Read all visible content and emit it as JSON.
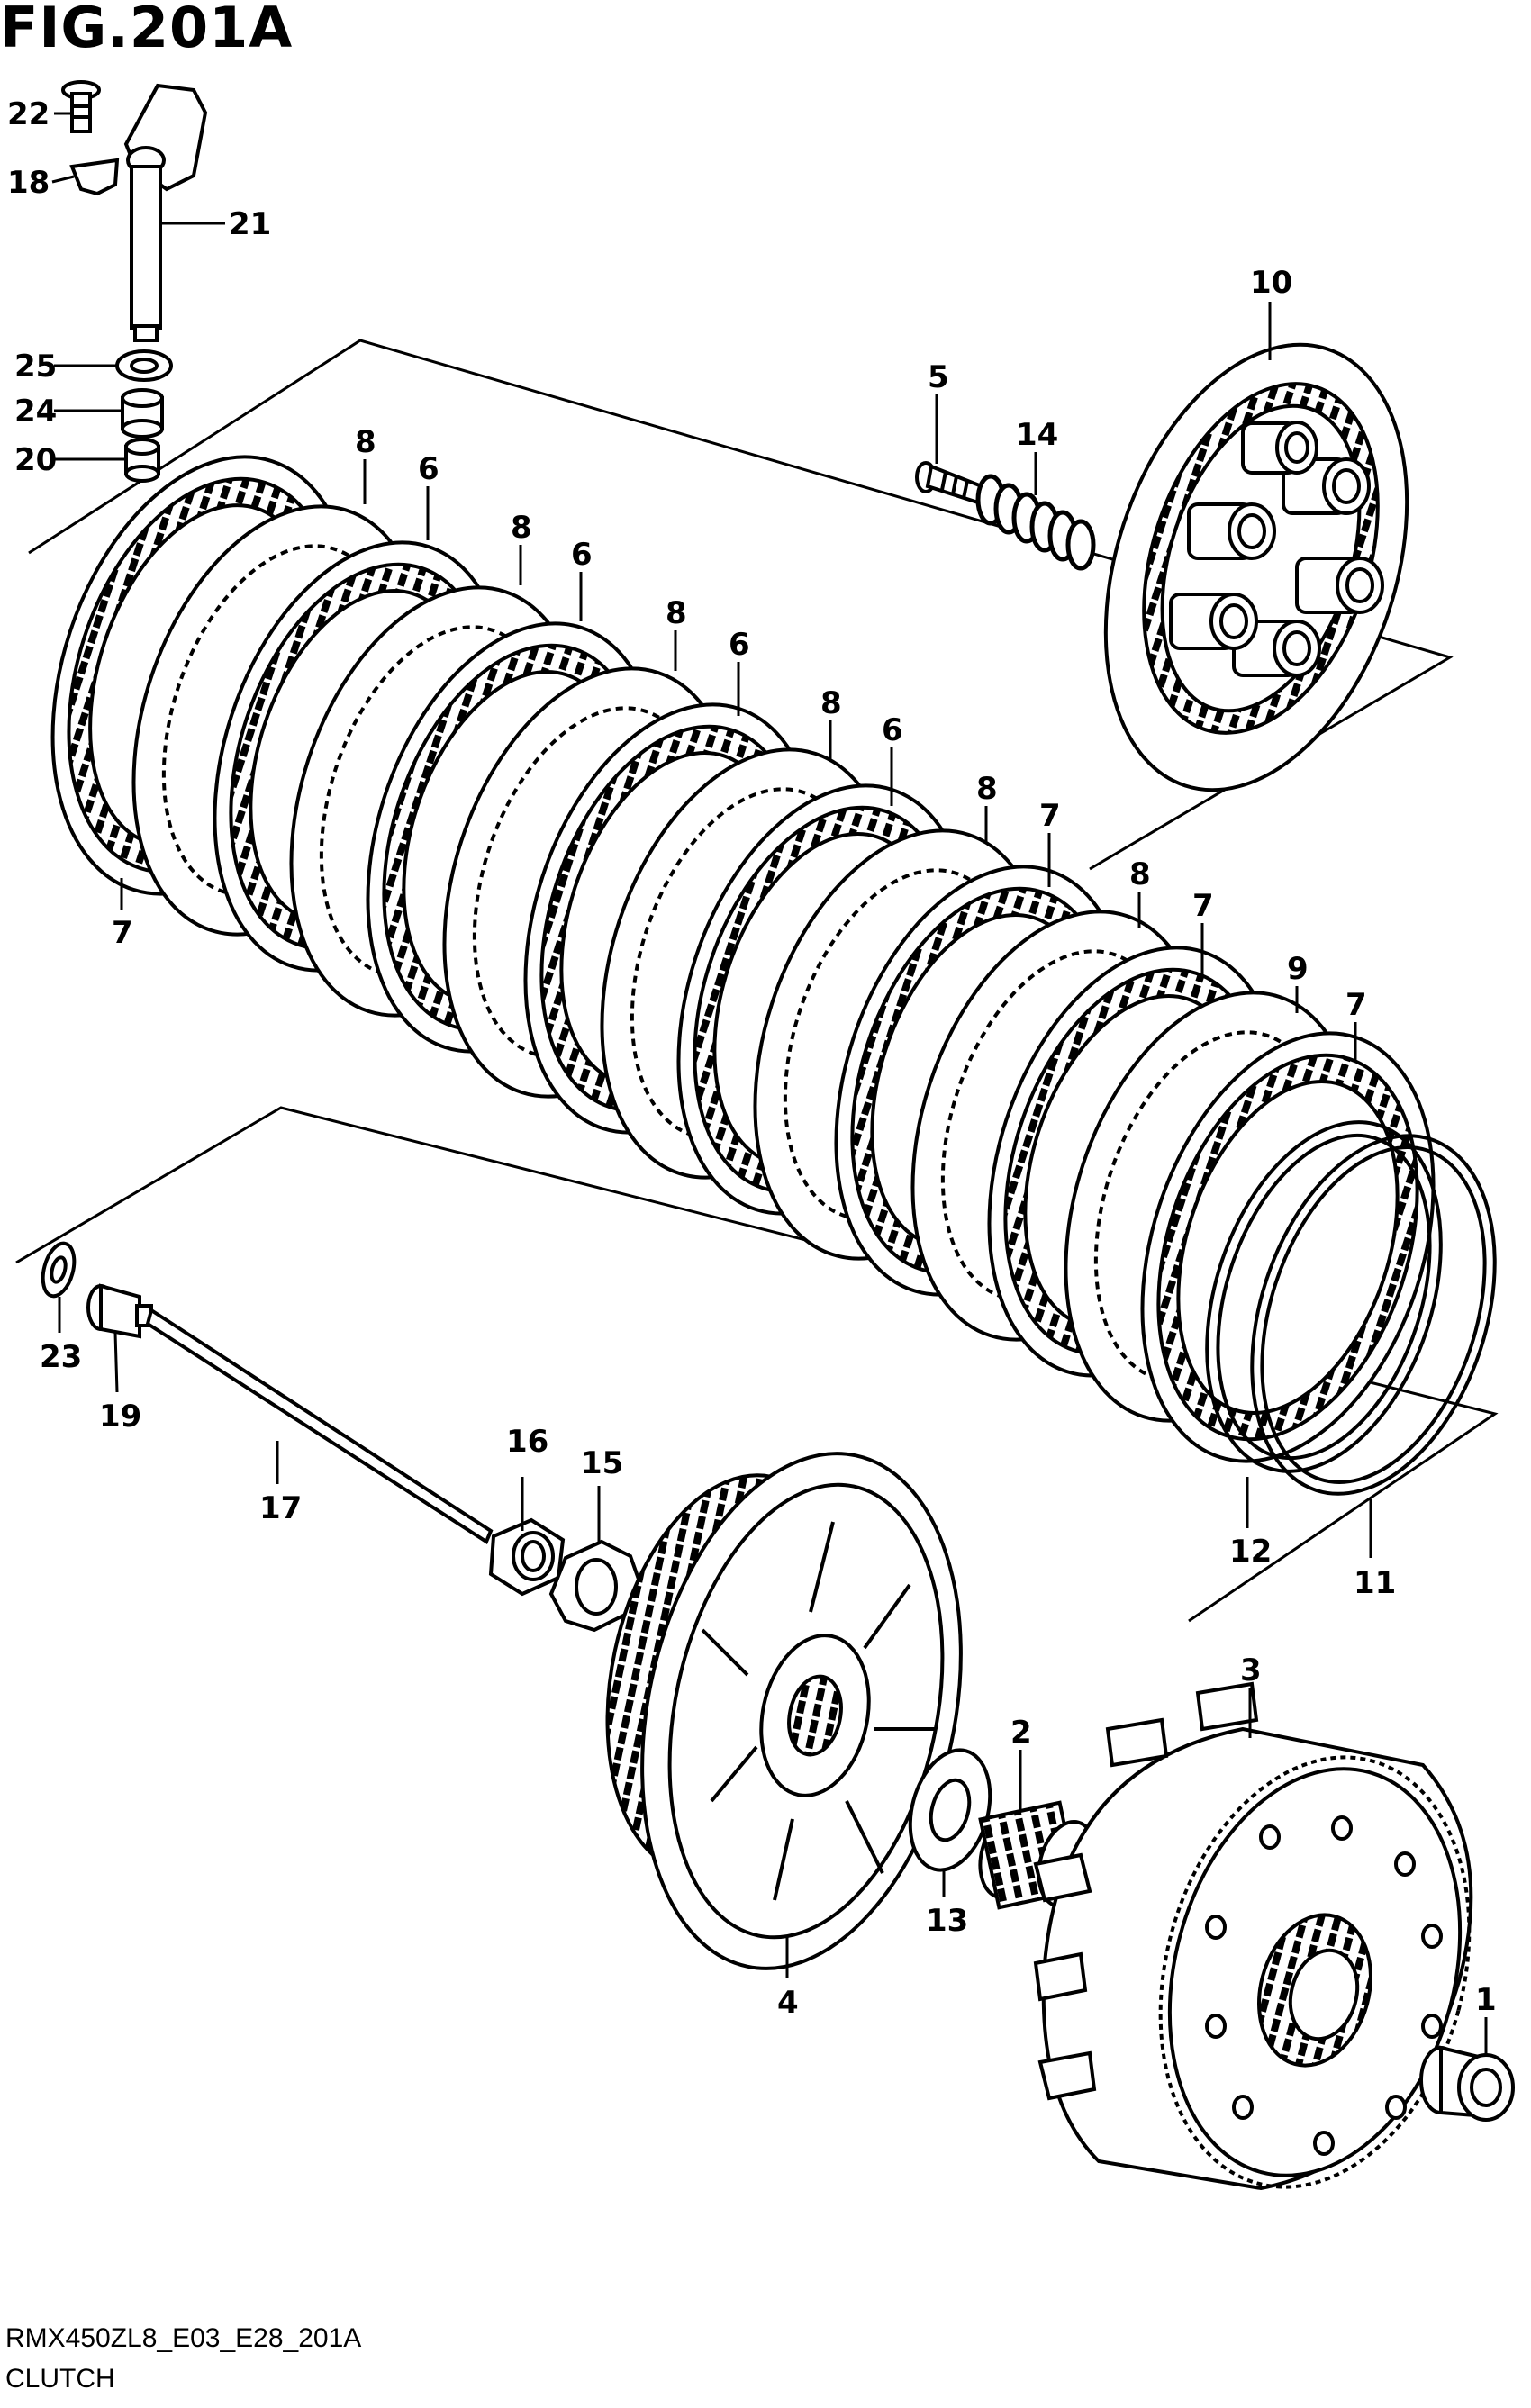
{
  "figure": {
    "title": "FIG.201A",
    "diagram_code": "RMX450ZL8_E03_E28_201A",
    "section_name": "CLUTCH"
  },
  "callouts": [
    {
      "id": "c22",
      "label": "22"
    },
    {
      "id": "c18",
      "label": "18"
    },
    {
      "id": "c21",
      "label": "21"
    },
    {
      "id": "c25",
      "label": "25"
    },
    {
      "id": "c24",
      "label": "24"
    },
    {
      "id": "c20",
      "label": "20"
    },
    {
      "id": "c10",
      "label": "10"
    },
    {
      "id": "c5",
      "label": "5"
    },
    {
      "id": "c14",
      "label": "14"
    },
    {
      "id": "c8a",
      "label": "8"
    },
    {
      "id": "c6a",
      "label": "6"
    },
    {
      "id": "c8b",
      "label": "8"
    },
    {
      "id": "c6b",
      "label": "6"
    },
    {
      "id": "c8c",
      "label": "8"
    },
    {
      "id": "c6c",
      "label": "6"
    },
    {
      "id": "c8d",
      "label": "8"
    },
    {
      "id": "c6d",
      "label": "6"
    },
    {
      "id": "c8e",
      "label": "8"
    },
    {
      "id": "c7a",
      "label": "7"
    },
    {
      "id": "c8f",
      "label": "8"
    },
    {
      "id": "c7b",
      "label": "7"
    },
    {
      "id": "c9",
      "label": "9"
    },
    {
      "id": "c7c",
      "label": "7"
    },
    {
      "id": "c7d",
      "label": "7"
    },
    {
      "id": "c23",
      "label": "23"
    },
    {
      "id": "c19",
      "label": "19"
    },
    {
      "id": "c17",
      "label": "17"
    },
    {
      "id": "c16",
      "label": "16"
    },
    {
      "id": "c15",
      "label": "15"
    },
    {
      "id": "c12",
      "label": "12"
    },
    {
      "id": "c11",
      "label": "11"
    },
    {
      "id": "c3",
      "label": "3"
    },
    {
      "id": "c2",
      "label": "2"
    },
    {
      "id": "c13",
      "label": "13"
    },
    {
      "id": "c4",
      "label": "4"
    },
    {
      "id": "c1",
      "label": "1"
    }
  ]
}
